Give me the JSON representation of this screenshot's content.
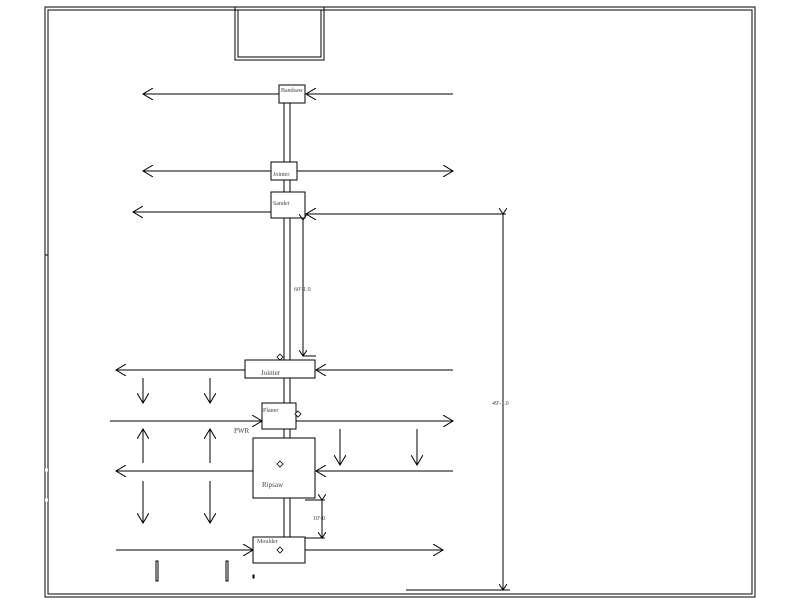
{
  "machines": {
    "m1": "Bandsaw",
    "m2": "Jointer",
    "m3": "Sander",
    "m4": "Jointer",
    "m5": "Planer",
    "m6": "Ripsaw",
    "m7": "Moulder"
  },
  "labels": {
    "pwr": "PWR"
  },
  "dimensions": {
    "d1": "60'-1.0",
    "d2": "49'-1.0",
    "d3": "10'-0"
  },
  "colors": {
    "line": "#000000",
    "text": "#444444",
    "background": "#ffffff"
  }
}
